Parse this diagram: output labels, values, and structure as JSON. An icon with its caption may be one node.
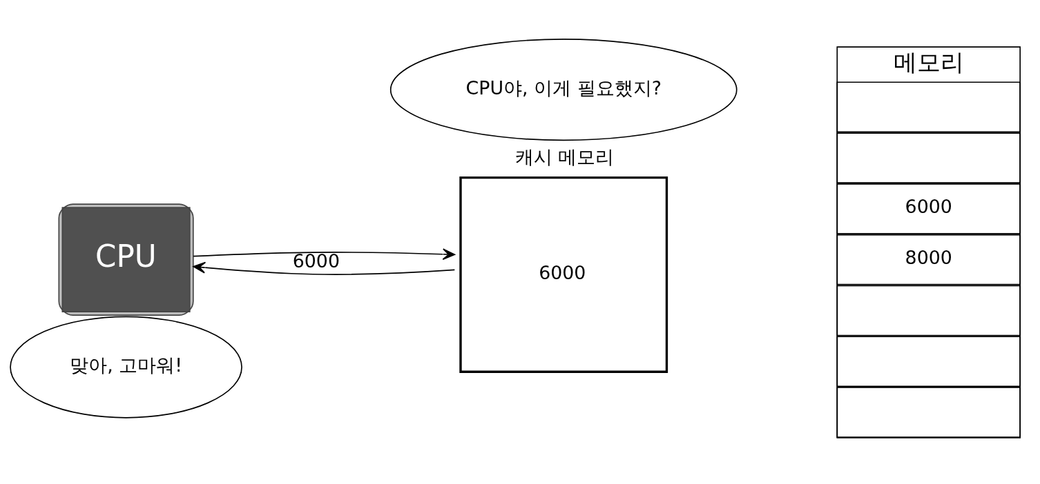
{
  "diagram": {
    "nodes": [
      {
        "text": [
          "CPU"
        ]
      },
      {
        "text": [
          "캐시 메모리",
          "6000"
        ]
      },
      {
        "text": [
          "CPU야, 이게 필요했지?"
        ]
      },
      {
        "text": [
          "맞아, 고마워!"
        ]
      },
      {
        "text": [
          "메모리"
        ]
      },
      {
        "text": [],
        "shape": "box",
        "in": 4
      },
      {
        "text": [],
        "shape": "box",
        "in": 4
      },
      {
        "text": [
          "6000"
        ],
        "in": 4
      },
      {
        "text": [
          "8000"
        ],
        "in": 4
      },
      {
        "text": [],
        "shape": "box",
        "in": 4
      },
      {
        "text": [],
        "shape": "box",
        "in": 4
      },
      {
        "text": [],
        "shape": "box",
        "in": 4
      }
    ],
    "edges": [
      {
        "from": 0,
        "to": 1,
        "arrow": "to"
      },
      {
        "from": 1,
        "to": 0,
        "arrow": "to",
        "label": "6000"
      }
    ]
  }
}
